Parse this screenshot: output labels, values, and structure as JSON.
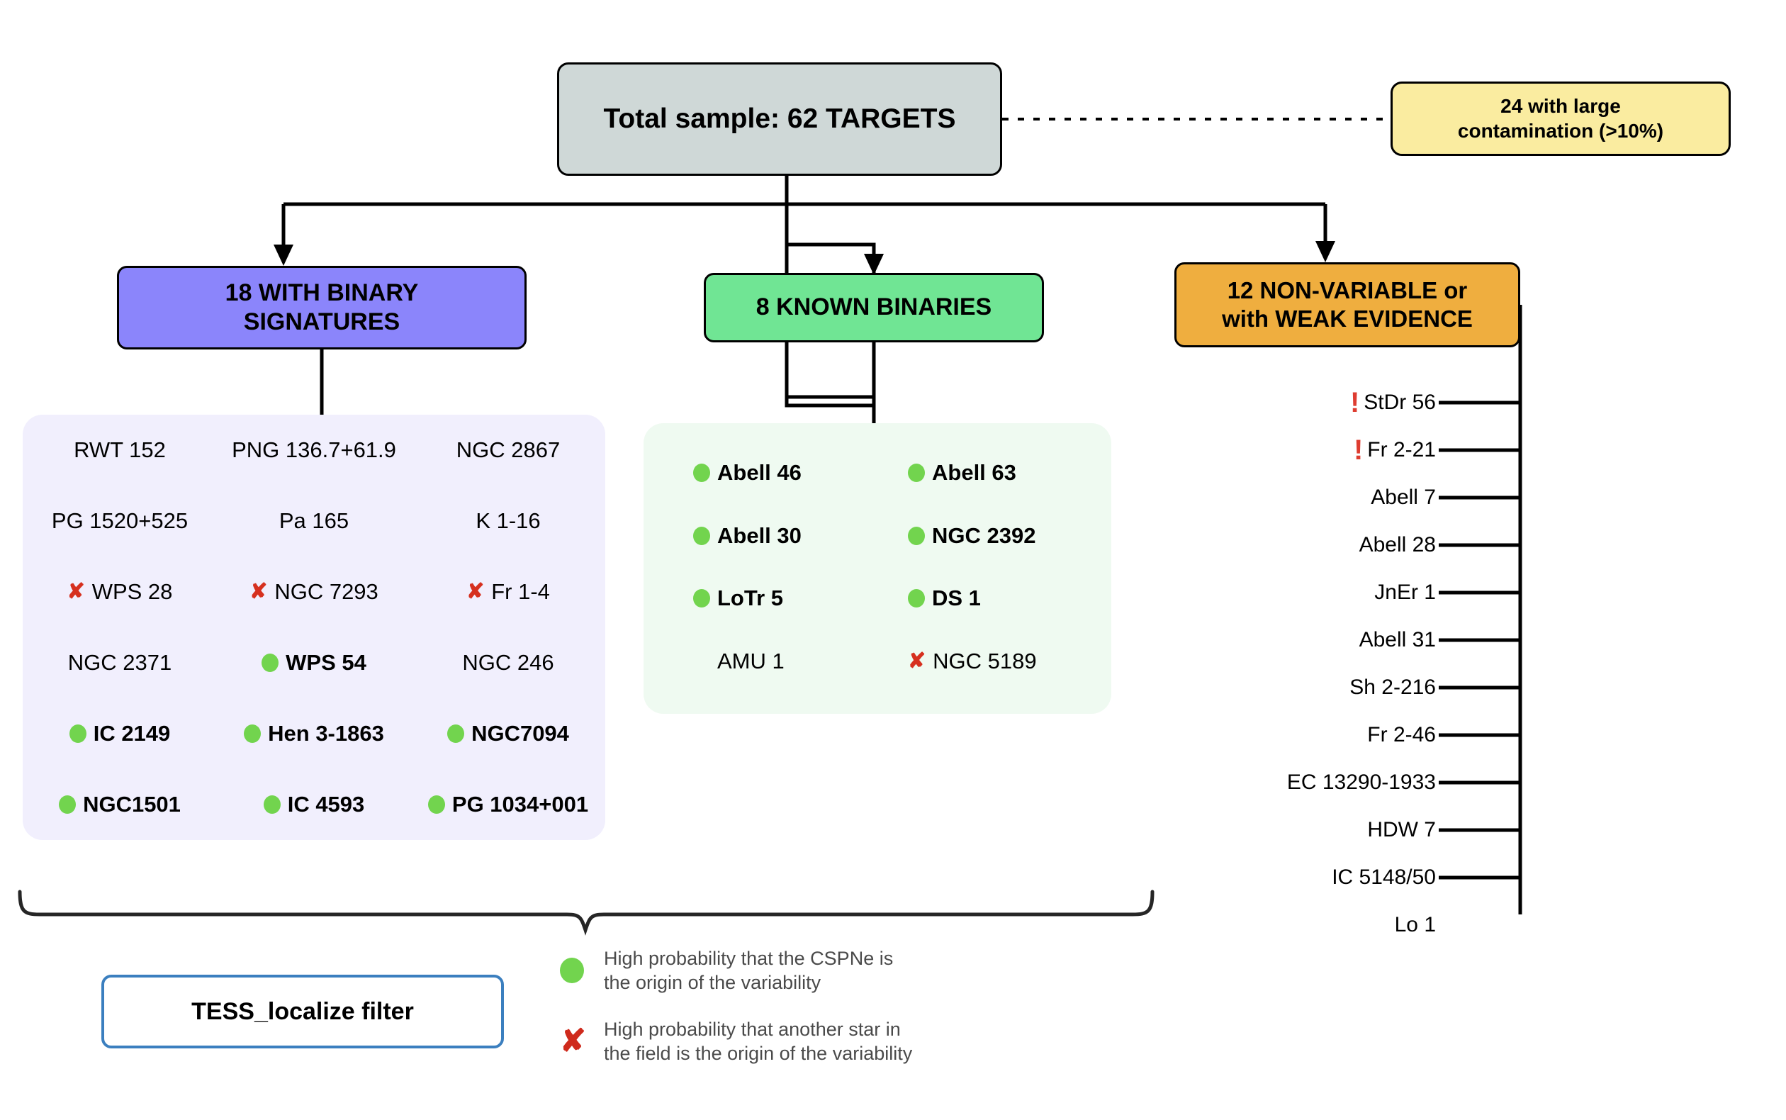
{
  "root": {
    "label": "Total sample: 62 TARGETS"
  },
  "contamination": {
    "label": "24 with large\ncontamination (>10%)",
    "line1": "24 with large",
    "line2": "contamination (>10%)"
  },
  "categories": {
    "binary": {
      "line1": "18 WITH BINARY",
      "line2": "SIGNATURES"
    },
    "known": {
      "label": "8 KNOWN BINARIES"
    },
    "nonvariable": {
      "line1": "12 NON-VARIABLE or",
      "line2": "with WEAK EVIDENCE"
    }
  },
  "binary_panel": {
    "items": [
      {
        "name": "RWT 152",
        "marker": "none",
        "bold": false
      },
      {
        "name": "PNG 136.7+61.9",
        "marker": "none",
        "bold": false
      },
      {
        "name": "NGC 2867",
        "marker": "none",
        "bold": false
      },
      {
        "name": "PG 1520+525",
        "marker": "none",
        "bold": false
      },
      {
        "name": "Pa 165",
        "marker": "none",
        "bold": false
      },
      {
        "name": "K 1-16",
        "marker": "none",
        "bold": false
      },
      {
        "name": "WPS 28",
        "marker": "x",
        "bold": false
      },
      {
        "name": "NGC 7293",
        "marker": "x",
        "bold": false
      },
      {
        "name": "Fr 1-4",
        "marker": "x",
        "bold": false
      },
      {
        "name": "NGC 2371",
        "marker": "none",
        "bold": false
      },
      {
        "name": "WPS 54",
        "marker": "dot",
        "bold": true
      },
      {
        "name": "NGC 246",
        "marker": "none",
        "bold": false
      },
      {
        "name": "IC 2149",
        "marker": "dot",
        "bold": true
      },
      {
        "name": "Hen 3-1863",
        "marker": "dot",
        "bold": true
      },
      {
        "name": "NGC7094",
        "marker": "dot",
        "bold": true
      },
      {
        "name": "NGC1501",
        "marker": "dot",
        "bold": true
      },
      {
        "name": "IC 4593",
        "marker": "dot",
        "bold": true
      },
      {
        "name": "PG 1034+001",
        "marker": "dot",
        "bold": true
      }
    ]
  },
  "known_panel": {
    "items": [
      {
        "name": "Abell 46",
        "marker": "dot",
        "bold": true
      },
      {
        "name": "Abell 63",
        "marker": "dot",
        "bold": true
      },
      {
        "name": "Abell 30",
        "marker": "dot",
        "bold": true
      },
      {
        "name": "NGC 2392",
        "marker": "dot",
        "bold": true
      },
      {
        "name": "LoTr 5",
        "marker": "dot",
        "bold": true
      },
      {
        "name": "DS 1",
        "marker": "dot",
        "bold": true
      },
      {
        "name": "AMU 1",
        "marker": "none",
        "bold": false
      },
      {
        "name": "NGC 5189",
        "marker": "x",
        "bold": false
      }
    ]
  },
  "nonvariable_list": {
    "items": [
      {
        "name": "StDr 56",
        "marker": "bang"
      },
      {
        "name": "Fr 2-21",
        "marker": "bang"
      },
      {
        "name": "Abell 7",
        "marker": "none"
      },
      {
        "name": "Abell 28",
        "marker": "none"
      },
      {
        "name": "JnEr 1",
        "marker": "none"
      },
      {
        "name": "Abell 31",
        "marker": "none"
      },
      {
        "name": "Sh 2-216",
        "marker": "none"
      },
      {
        "name": "Fr 2-46",
        "marker": "none"
      },
      {
        "name": "EC 13290-1933",
        "marker": "none"
      },
      {
        "name": "HDW 7",
        "marker": "none"
      },
      {
        "name": "IC 5148/50",
        "marker": "none"
      },
      {
        "name": "Lo 1",
        "marker": "none"
      }
    ]
  },
  "filter": {
    "label": "TESS_localize filter"
  },
  "legend": {
    "dot": {
      "line1": "High probability that the CSPNe is",
      "line2": "the origin of the variability"
    },
    "cross": {
      "line1": "High probability that another star in",
      "line2": "the field is the origin of the variability"
    }
  },
  "markers": {
    "dot_icon": "green-dot-icon",
    "x_icon": "red-cross-icon",
    "bang_icon": "red-exclamation-icon",
    "x_glyph": "✘",
    "bang_glyph": "!"
  },
  "colors": {
    "gray_box": "#cfd8d7",
    "yellow_box": "#faeca0",
    "purple_box": "#8b85fb",
    "green_box": "#70e594",
    "orange_box": "#efae3f",
    "purple_panel": "#f1effd",
    "green_panel": "#effaf1",
    "dot_green": "#72d44e",
    "cross_red": "#d6301f",
    "filter_blue": "#3b7fbf"
  }
}
